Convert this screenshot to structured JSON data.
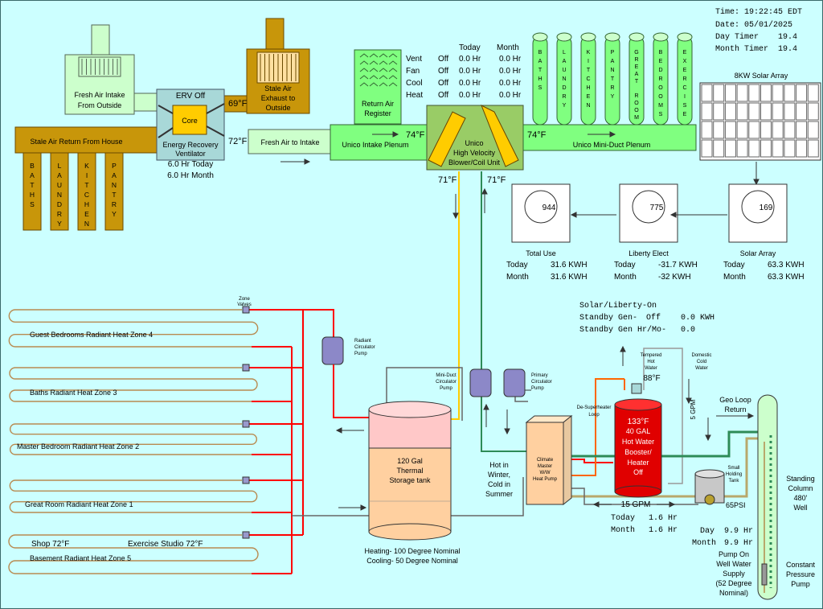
{
  "status": {
    "time": "Time: 19:22:45 EDT",
    "date": "Date: 05/01/2025",
    "day_timer_label": "Day Timer",
    "day_timer_value": "19.4",
    "month_timer_label": "Month Timer",
    "month_timer_value": "19.4"
  },
  "air": {
    "fresh_air_intake": [
      "Fresh Air Intake",
      "From Outside"
    ],
    "stale_exhaust": [
      "Stale Air",
      "Exhaust to",
      "Outside"
    ],
    "erv_status": "ERV Off",
    "core": "Core",
    "erv_name": [
      "Energy Recovery",
      "Ventilator"
    ],
    "erv_today": "6.0 Hr Today",
    "erv_month": "6.0 Hr Month",
    "exhaust_temp": "69°F",
    "fresh_temp": "72°F",
    "stale_return": "Stale Air Return From House",
    "return_ducts": [
      "BATHS",
      "LAUNDRY",
      "KITCHEN",
      "PANTRY"
    ],
    "fresh_to_intake": "Fresh Air to Intake",
    "return_air_register": [
      "Return Air",
      "Register"
    ],
    "intake_plenum": "Unico Intake Plenum",
    "intake_temp": "74°F",
    "unico": [
      "Unico",
      "High Velocity",
      "Blower/Coil Unit"
    ],
    "supply_temp": "74°F",
    "mini_duct_plenum": "Unico Mini-Duct Plenum",
    "supply_ducts": [
      "BATHS",
      "LAUNDRY",
      "KITCHEN",
      "PANTRY",
      "GREAT ROOM",
      "BEDROOMS",
      "EXERCISE"
    ],
    "coil_left_temp": "71°F",
    "coil_right_temp": "71°F"
  },
  "unico_runtime": {
    "header_today": "Today",
    "header_month": "Month",
    "rows": [
      {
        "label": "Vent",
        "status": "Off",
        "today": "0.0 Hr",
        "month": "0.0 Hr"
      },
      {
        "label": "Fan",
        "status": "Off",
        "today": "0.0 Hr",
        "month": "0.0 Hr"
      },
      {
        "label": "Cool",
        "status": "Off",
        "today": "0.0 Hr",
        "month": "0.0 Hr"
      },
      {
        "label": "Heat",
        "status": "Off",
        "today": "0.0 Hr",
        "month": "0.0 Hr"
      }
    ]
  },
  "energy": {
    "solar_array_label": "8KW Solar Array",
    "meters": [
      {
        "dial": "944",
        "name": "Total Use",
        "today_label": "Today",
        "today": "31.6 KWH",
        "month_label": "Month",
        "month": "31.6 KWH"
      },
      {
        "dial": "775",
        "name": "Liberty Elect",
        "today_label": "Today",
        "today": "-31.7 KWH",
        "month_label": "Month",
        "month": "-32 KWH"
      },
      {
        "dial": "169",
        "name": "Solar Array",
        "today_label": "Today",
        "today": "63.3 KWH",
        "month_label": "Month",
        "month": "63.3 KWH"
      }
    ],
    "source": "Solar/Liberty-On",
    "standby_gen_label": "Standby Gen-",
    "standby_gen_status": "Off",
    "standby_gen_kwh": "0.0 KWH",
    "standby_hr_label": "Standby Gen Hr/Mo-",
    "standby_hr_value": "0.0"
  },
  "radiant": {
    "zone_valves": [
      "Zone",
      "Valves"
    ],
    "zones": [
      "Guest Bedrooms Radiant Heat Zone 4",
      "Baths Radiant Heat Zone 3",
      "Master Bedroom Radiant Heat Zone 2",
      "Great Room Radiant Heat Zone 1",
      "Basement Radiant Heat Zone 5"
    ],
    "shop": "Shop 72°F",
    "exercise_studio": "Exercise Studio 72°F",
    "radiant_pump": [
      "Radiant",
      "Circulator",
      "Pump"
    ]
  },
  "hydronic": {
    "mini_duct_pump": [
      "Mini-Duct",
      "Circulator",
      "Pump"
    ],
    "primary_pump": [
      "Primary",
      "Circulator",
      "Pump"
    ],
    "tank": [
      "120 Gal",
      "Thermal",
      "Storage tank"
    ],
    "tank_note": [
      "Heating- 100 Degree Nominal",
      "Cooling- 50 Degree Nominal"
    ],
    "season_note": [
      "Hot in",
      "Winter,",
      "Cold in",
      "Summer"
    ],
    "heat_pump": [
      "Climate",
      "Master",
      "W/W",
      "Heat Pump"
    ],
    "desuperheater": [
      "De-Superheater",
      "Loop"
    ],
    "tempered": [
      "Tempered",
      "Hot",
      "Water"
    ],
    "tempered_temp": "88°F",
    "domestic_cold": [
      "Domestic",
      "Cold",
      "Water"
    ],
    "water_heater": [
      "133°F",
      "40 GAL",
      "Hot Water",
      "Booster/",
      "Heater",
      "Off"
    ],
    "flow_vertical": "5 GPM",
    "flow_horizontal": "15 GPM",
    "hp_today_label": "Today",
    "hp_today": "1.6 Hr",
    "hp_month_label": "Month",
    "hp_month": "1.6 Hr"
  },
  "geo": {
    "loop_return": [
      "Geo Loop",
      "Return"
    ],
    "small_tank": [
      "Small",
      "Holding",
      "Tank"
    ],
    "psi": "65PSI",
    "well": [
      "Standing",
      "Column",
      "480'",
      "Well"
    ],
    "pump_day_label": "Day",
    "pump_day": "9.9 Hr",
    "pump_month_label": "Month",
    "pump_month": "9.9 Hr",
    "pump_status": [
      "Pump On",
      "Well Water",
      "Supply",
      "(52 Degree",
      "Nominal)"
    ],
    "constant_pump": [
      "Constant",
      "Pressure",
      "Pump"
    ]
  },
  "colors": {
    "background": "#ccffff",
    "duct_green": "#80ff80",
    "exhaust_gold": "#c8960a",
    "erv_blue": "#a8d8d8",
    "unico_olive": "#99cc66",
    "hot_red": "#ff0000",
    "heater_red": "#e00000",
    "tank_peach": "#ffd0a0",
    "tank_pink": "#ffc8c8",
    "pump_purple": "#8c88c8",
    "loop_green": "#2e8b57",
    "loop_tan": "#b8a86c"
  }
}
